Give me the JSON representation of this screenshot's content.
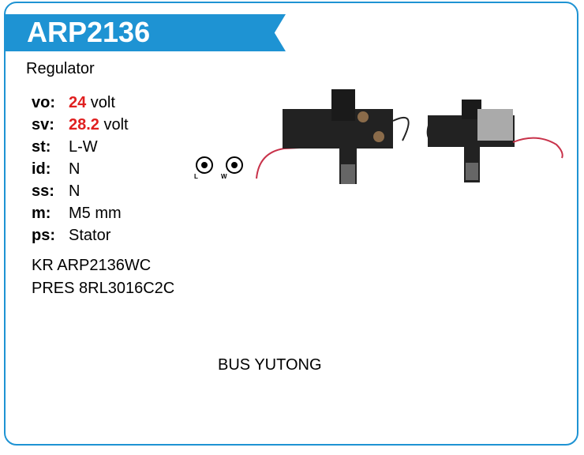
{
  "header": {
    "title": "ARP2136",
    "subtitle": "Regulator"
  },
  "specs": [
    {
      "key": "vo:",
      "value": "24",
      "unit": " volt"
    },
    {
      "key": "sv:",
      "value": "28.2",
      "unit": " volt"
    },
    {
      "key": "st:",
      "value": "L-W"
    },
    {
      "key": "id:",
      "value": "N"
    },
    {
      "key": "ss:",
      "value": "N"
    },
    {
      "key": "m:",
      "value": "M5 mm"
    },
    {
      "key": "ps:",
      "value": "Stator"
    }
  ],
  "references": [
    "KR ARP2136WC",
    "PRES 8RL3016C2C"
  ],
  "application": "BUS YUTONG",
  "connector": {
    "labels": [
      "L",
      "W"
    ]
  },
  "colors": {
    "accent": "#1e93d3",
    "highlight": "#e02020"
  }
}
